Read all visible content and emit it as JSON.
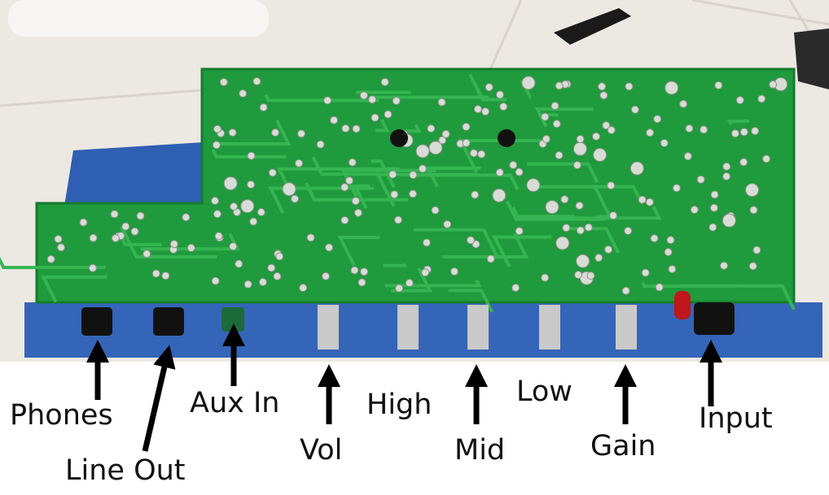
{
  "labels": {
    "phones": "Phones",
    "line_out": "Line Out",
    "aux_in": "Aux In",
    "vol": "Vol",
    "high": "High",
    "mid": "Mid",
    "low": "Low",
    "gain": "Gain",
    "input": "Input"
  },
  "colors": {
    "pcb": "#1f9a3c",
    "trace": "#2fb24c",
    "book": "#2f5fb3",
    "tile": "#eeeae4"
  }
}
